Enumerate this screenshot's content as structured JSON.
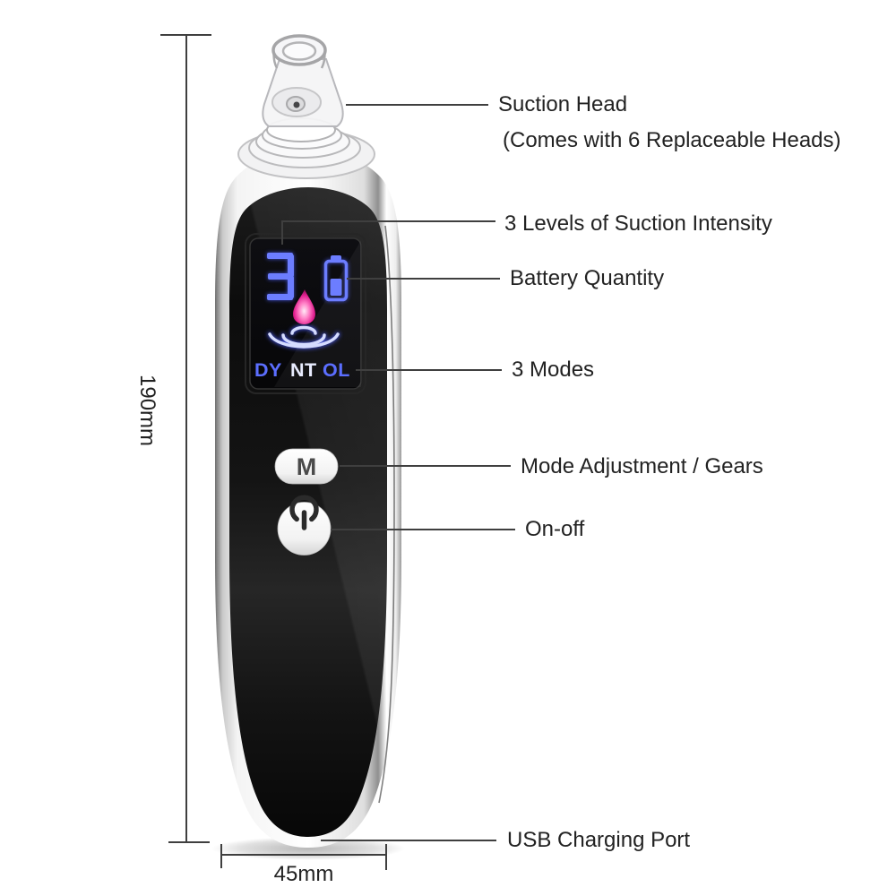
{
  "annotations": {
    "suction_head": "Suction Head",
    "suction_head_note": "(Comes with 6 Replaceable Heads)",
    "suction_intensity": "3 Levels of Suction Intensity",
    "battery": "Battery Quantity",
    "modes": "3 Modes",
    "mode_adjustment": "Mode Adjustment / Gears",
    "on_off": "On-off",
    "usb_port": "USB Charging Port"
  },
  "dimensions": {
    "height_label": "190mm",
    "width_label": "45mm"
  },
  "device": {
    "screen": {
      "intensity_level": "3",
      "mode_left": "DY",
      "mode_center": "NT",
      "mode_right": "OL"
    },
    "mode_button_label": "M"
  },
  "colors": {
    "screen_blue": "#5b6eff",
    "screen_blue_bright": "#e8ecff",
    "drop_pink": "#e01f8f",
    "callout_line": "#3f3f3f"
  }
}
